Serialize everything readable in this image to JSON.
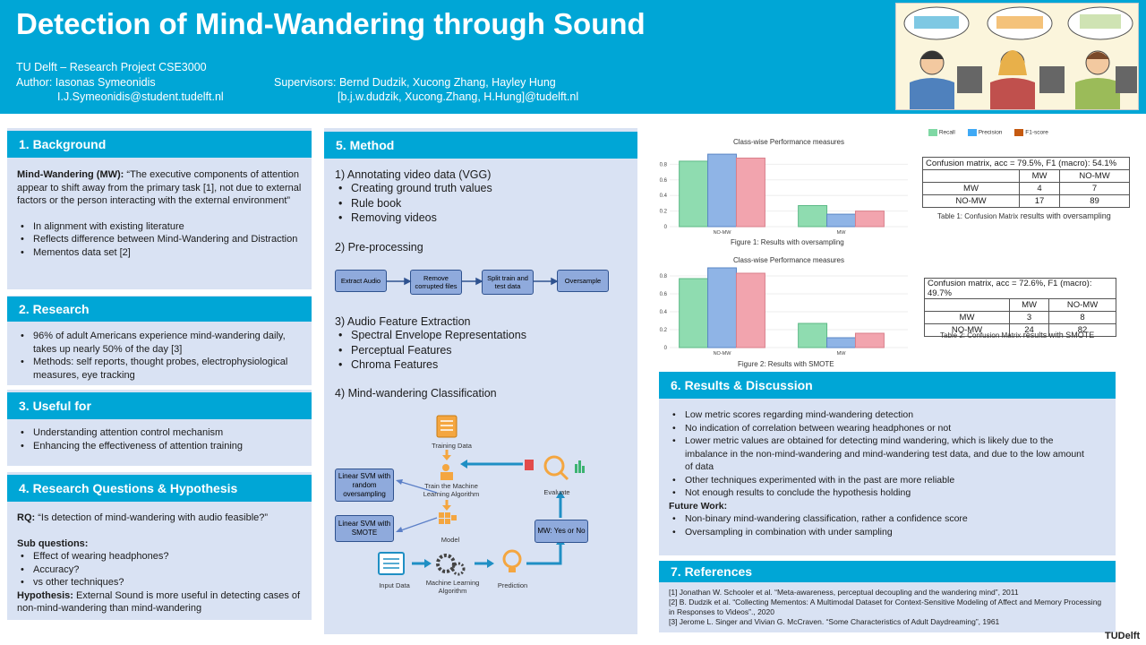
{
  "header": {
    "title": "Detection of Mind-Wandering through Sound",
    "affiliation": "TU Delft – Research Project CSE3000",
    "author": "Author: Iasonas Symeonidis",
    "author_email": "I.J.Symeonidis@student.tudelft.nl",
    "supervisors": "Supervisors:  Bernd Dudzik, Xucong Zhang, Hayley Hung",
    "supervisor_emails": "[b.j.w.dudzik, Xucong.Zhang, H.Hung]@tudelft.nl"
  },
  "background": {
    "heading": "1. Background",
    "def_term": "Mind-Wandering (MW):",
    "def_text": " “The executive components of attention appear to shift away from the primary task [1], not due to external factors or the person interacting with the external environment”",
    "bullets": [
      "In alignment with existing literature",
      "Reflects difference between Mind-Wandering and Distraction",
      "Mementos data set [2]"
    ]
  },
  "research": {
    "heading": "2. Research",
    "bullets": [
      "96% of adult Americans experience mind-wandering daily, takes up nearly 50% of the day [3]",
      "Methods: self reports, thought probes, electrophysiological measures, eye tracking"
    ]
  },
  "useful": {
    "heading": "3. Useful for",
    "bullets": [
      "Understanding attention control mechanism",
      "Enhancing the effectiveness of attention training"
    ]
  },
  "questions": {
    "heading": "4. Research Questions & Hypothesis",
    "rq_label": "RQ:",
    "rq_text": "  “Is detection of mind-wandering with audio feasible?”",
    "sub_label": "Sub questions:",
    "sub_bullets": [
      "Effect of wearing headphones?",
      "Accuracy?",
      "vs other techniques?"
    ],
    "hyp_label": "Hypothesis:",
    "hyp_text": " External Sound is more useful in detecting cases of non-mind-wandering than mind-wandering"
  },
  "method": {
    "heading": "5. Method",
    "s1_title": "1) Annotating video data (VGG)",
    "s1_bullets": [
      "Creating ground truth values",
      "Rule book",
      "Removing videos"
    ],
    "s2_title": "2) Pre-processing",
    "flow": [
      "Extract Audio",
      "Remove corrupted files",
      "Split train and test data",
      "Oversample"
    ],
    "s3_title": "3) Audio Feature Extraction",
    "s3_bullets": [
      "Spectral Envelope Representations",
      "Perceptual Features",
      "Chroma Features"
    ],
    "s4_title": "4) Mind-wandering Classification",
    "ml": {
      "training_data": "Training Data",
      "train_algo": "Train the Machine Learning Algorithm",
      "evaluate": "Evaluate",
      "model": "Model",
      "svm_random": "Linear SVM with random oversampling",
      "svm_smote": "Linear SVM with SMOTE",
      "input_data": "Input Data",
      "ml_algo": "Machine Learning Algorithm",
      "prediction": "Prediction",
      "output": "MW: Yes or No"
    }
  },
  "legend": [
    "Recall",
    "Precision",
    "F1-score"
  ],
  "colors": {
    "recall": "#7fd8a4",
    "precision": "#3fa9f5",
    "f1": "#c55a11",
    "accent": "#00a6d6",
    "panel": "#d9e2f3"
  },
  "chart_data": [
    {
      "type": "bar",
      "title": "Class-wise Performance measures",
      "categories": [
        "NO-MW",
        "MW"
      ],
      "series": [
        {
          "name": "Recall",
          "values": [
            0.84,
            0.27
          ]
        },
        {
          "name": "Precision",
          "values": [
            0.93,
            0.16
          ]
        },
        {
          "name": "F1-score",
          "values": [
            0.88,
            0.2
          ]
        }
      ],
      "ylim": [
        0,
        1.0
      ],
      "yticks": [
        "0",
        "0.2",
        "0.4",
        "0.6",
        "0.8"
      ],
      "caption": "Figure 1: Results with oversampling"
    },
    {
      "type": "bar",
      "title": "Class-wise Performance measures",
      "categories": [
        "NO-MW",
        "MW"
      ],
      "series": [
        {
          "name": "Recall",
          "values": [
            0.77,
            0.27
          ]
        },
        {
          "name": "Precision",
          "values": [
            0.89,
            0.11
          ]
        },
        {
          "name": "F1-score",
          "values": [
            0.83,
            0.16
          ]
        }
      ],
      "ylim": [
        0,
        0.9
      ],
      "yticks": [
        "0",
        "0.2",
        "0.4",
        "0.6",
        "0.8"
      ],
      "caption": "Figure 2: Results with SMOTE"
    }
  ],
  "table1": {
    "title": "Confusion matrix, acc = 79.5%, F1 (macro): 54.1%",
    "cols": [
      "",
      "MW",
      "NO-MW"
    ],
    "rows": [
      [
        "MW",
        "4",
        "7"
      ],
      [
        "NO-MW",
        "17",
        "89"
      ]
    ],
    "caption_a": "Table 1: Confusion Matrix",
    "caption_b": " results with oversampling"
  },
  "table2": {
    "title": "Confusion matrix, acc = 72.6%, F1 (macro): 49.7%",
    "cols": [
      "",
      "MW",
      "NO-MW"
    ],
    "rows": [
      [
        "MW",
        "3",
        "8"
      ],
      [
        "NO-MW",
        "24",
        "82"
      ]
    ],
    "caption_a": "Table 2: Confusion Matrix",
    "caption_b": " results with SMOTE"
  },
  "results": {
    "heading": "6. Results & Discussion",
    "bullets": [
      "Low metric scores regarding mind-wandering detection",
      "No indication of correlation between wearing headphones or not",
      "Lower metric values are obtained for detecting mind wandering, which is likely due to the imbalance in the non-mind-wandering and mind-wandering test data, and due to the low amount of data",
      "Other techniques experimented with in the past are more reliable",
      "Not enough results to conclude the hypothesis holding"
    ],
    "future_label": "Future Work:",
    "future_bullets": [
      "Non-binary mind-wandering classification, rather a confidence score",
      "Oversampling in combination with under sampling"
    ]
  },
  "references": {
    "heading": "7. References",
    "items": [
      "[1] Jonathan W. Schooler et al. “Meta-awareness,  perceptual decoupling  and the wandering  mind”, 2011",
      "[2] B. Dudzik et al. “Collecting Mementos: A Multimodal Dataset for Context-Sensitive Modeling of Affect and Memory Processing in Responses to Videos”., 2020",
      "[3] Jerome L. Singer and Vivian G. McCraven. “Some Characteristics of Adult Daydreaming”, 1961"
    ]
  },
  "logo": "TUDelft"
}
